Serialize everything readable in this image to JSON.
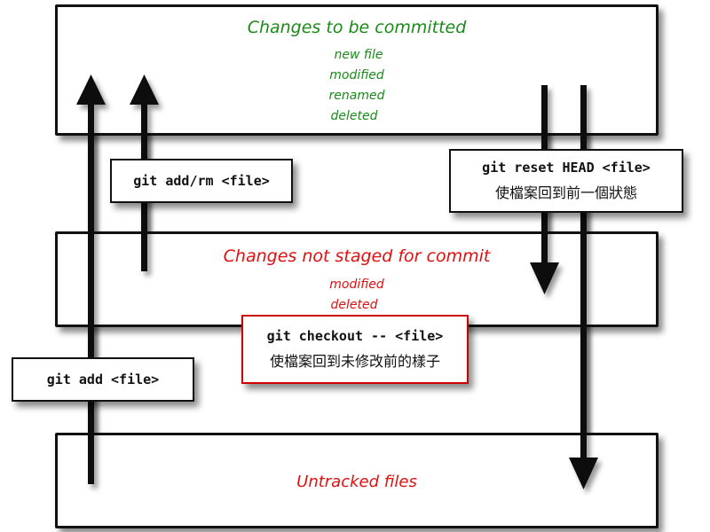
{
  "sections": {
    "staged": {
      "title": "Changes to be committed",
      "items": [
        "new file",
        "modified",
        "renamed",
        "deleted"
      ],
      "color": "#1a8a1a"
    },
    "unstaged": {
      "title": "Changes not staged for commit",
      "items": [
        "modified",
        "deleted"
      ],
      "color": "#e01010"
    },
    "untracked": {
      "title": "Untracked files",
      "color": "#e01010"
    }
  },
  "commands": {
    "add_rm": {
      "command": "git add/rm <file>"
    },
    "reset": {
      "command": "git reset HEAD <file>",
      "description": "使檔案回到前一個狀態"
    },
    "checkout": {
      "command": "git checkout -- <file>",
      "description": "使檔案回到未修改前的樣子"
    },
    "add": {
      "command": "git add <file>"
    }
  }
}
